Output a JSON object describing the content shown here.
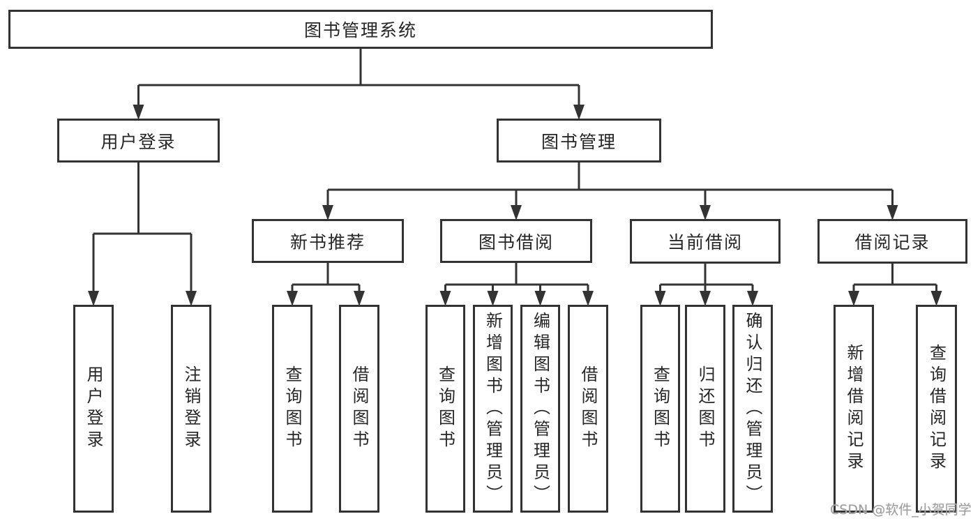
{
  "diagram": {
    "title": "图书管理系统",
    "tree": {
      "id": "root",
      "label": "图书管理系统",
      "children": [
        {
          "id": "user-login",
          "label": "用户登录",
          "children": [
            {
              "id": "leaf-user-login",
              "label": "用户登录"
            },
            {
              "id": "leaf-logout",
              "label": "注销登录"
            }
          ]
        },
        {
          "id": "book-management",
          "label": "图书管理",
          "children": [
            {
              "id": "new-book-recommendation",
              "label": "新书推荐",
              "children": [
                {
                  "id": "leaf-nb-query-books",
                  "label": "查询图书"
                },
                {
                  "id": "leaf-nb-borrow-books",
                  "label": "借阅图书"
                }
              ]
            },
            {
              "id": "book-borrowing",
              "label": "图书借阅",
              "children": [
                {
                  "id": "leaf-bb-query-books",
                  "label": "查询图书"
                },
                {
                  "id": "leaf-bb-add-books",
                  "label": "新增图书（管理员）"
                },
                {
                  "id": "leaf-bb-edit-books",
                  "label": "编辑图书（管理员）"
                },
                {
                  "id": "leaf-bb-borrow-books",
                  "label": "借阅图书"
                }
              ]
            },
            {
              "id": "current-borrowing",
              "label": "当前借阅",
              "children": [
                {
                  "id": "leaf-cb-query-books",
                  "label": "查询图书"
                },
                {
                  "id": "leaf-cb-return-books",
                  "label": "归还图书"
                },
                {
                  "id": "leaf-cb-confirm-return",
                  "label": "确认归还（管理员）"
                }
              ]
            },
            {
              "id": "borrowing-records",
              "label": "借阅记录",
              "children": [
                {
                  "id": "leaf-br-add-record",
                  "label": "新增借阅记录"
                },
                {
                  "id": "leaf-br-query-record",
                  "label": "查询借阅记录"
                }
              ]
            }
          ]
        }
      ]
    }
  },
  "watermark": {
    "text": "CSDN @软件_小贺同学"
  },
  "colors": {
    "line": "#333333",
    "text": "#262626",
    "watermark": "#9e9e9e",
    "background": "#ffffff"
  }
}
